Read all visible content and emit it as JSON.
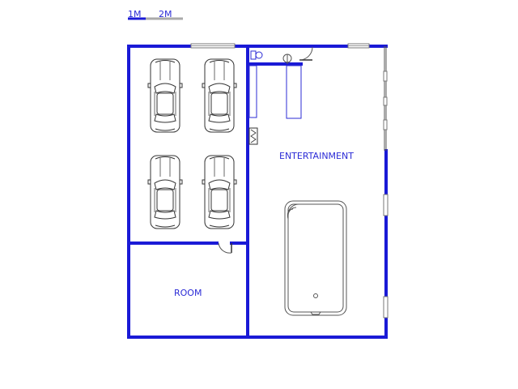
{
  "scale_bar": {
    "label_1": "1M",
    "label_2": "2M"
  },
  "rooms": {
    "entertainment": "ENTERTAINMENT",
    "room": "ROOM"
  },
  "garage": {
    "car_count": 4
  },
  "colors": {
    "wall": "#1a1ad6",
    "label": "#2b2bd6",
    "line": "#555555"
  }
}
